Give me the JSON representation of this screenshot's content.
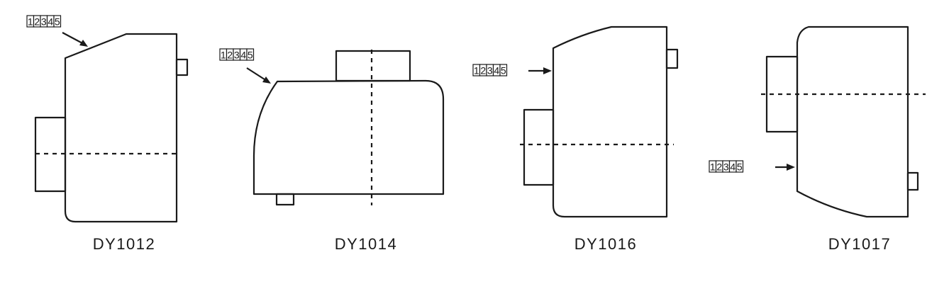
{
  "marker": {
    "cells": [
      "1",
      "2",
      "3",
      "4",
      "5"
    ]
  },
  "models": [
    {
      "label": "DY1012"
    },
    {
      "label": "DY1014"
    },
    {
      "label": "DY1016"
    },
    {
      "label": "DY1017"
    }
  ],
  "colors": {
    "line": "#1a1a1a",
    "background": "#ffffff"
  }
}
